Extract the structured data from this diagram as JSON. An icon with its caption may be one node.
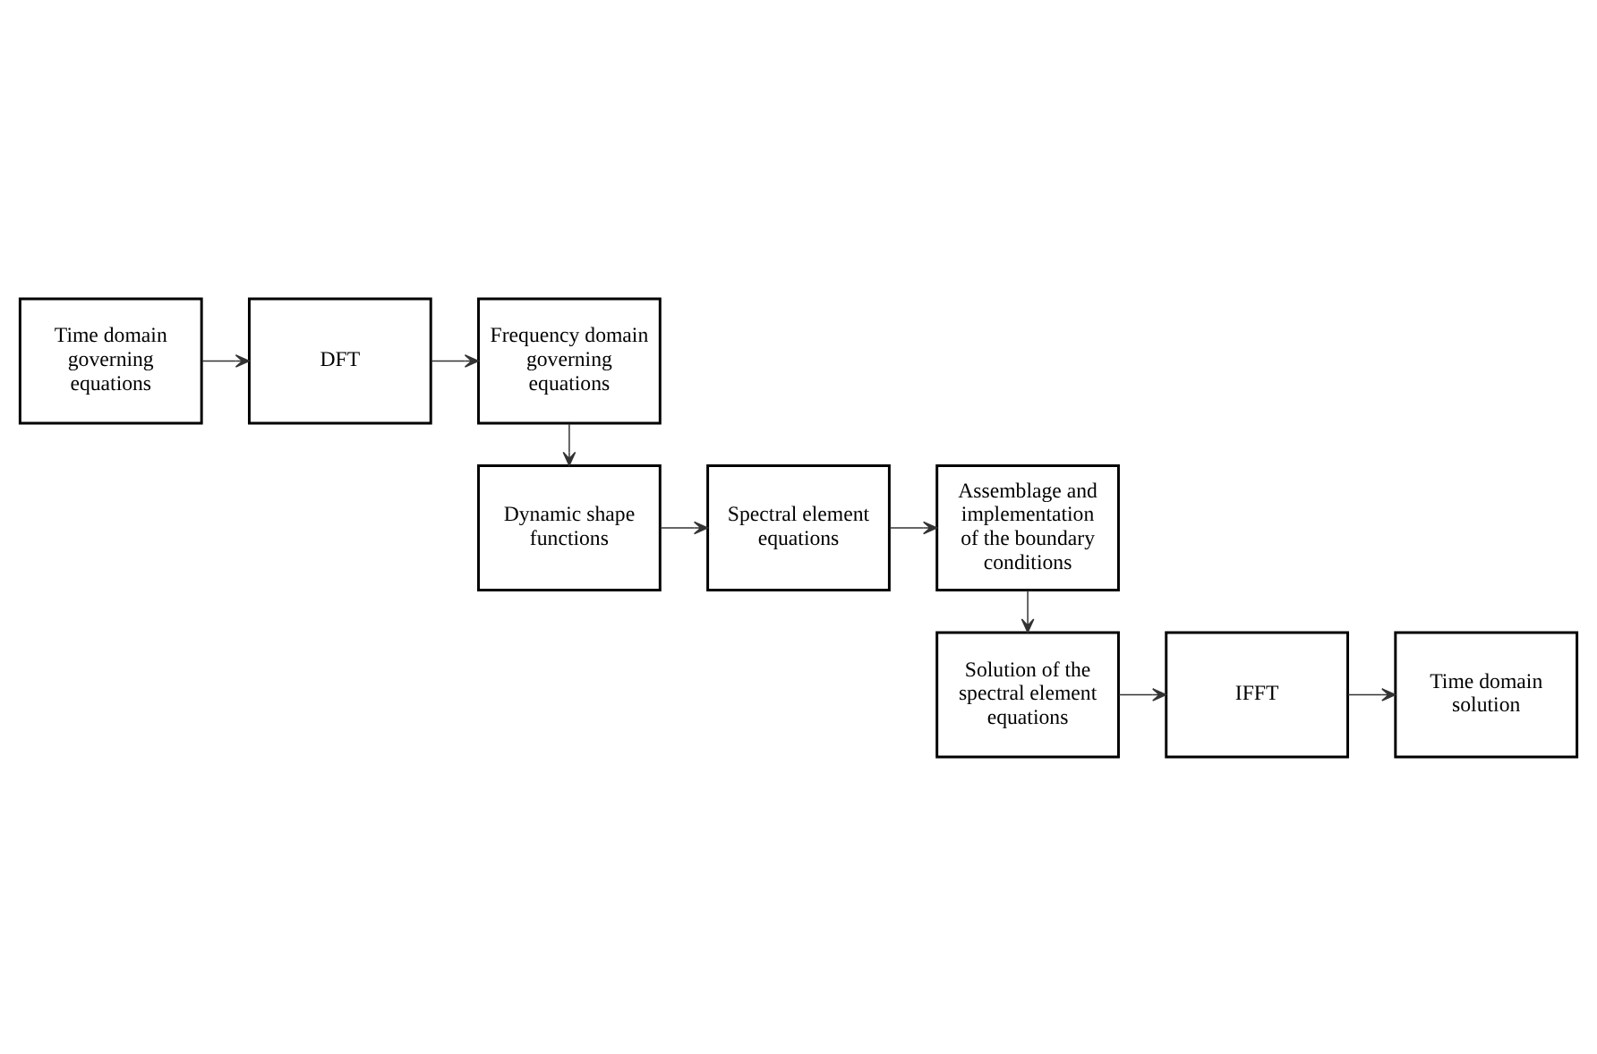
{
  "diagram": {
    "nodes": [
      {
        "text": [
          "Time domain governing equations"
        ]
      },
      {
        "text": [
          "DFT"
        ]
      },
      {
        "text": [
          "Frequency domain governing equations"
        ]
      },
      {
        "text": [
          "Dynamic shape functions"
        ]
      },
      {
        "text": [
          "Spectral element equations"
        ]
      },
      {
        "text": [
          "Assemblage and implementation of the boundary conditions"
        ]
      },
      {
        "text": [
          "Solution of the spectral element equations"
        ]
      },
      {
        "text": [
          "IFFT"
        ]
      },
      {
        "text": [
          "Time domain solution"
        ]
      }
    ],
    "edges": [
      {
        "from": 0,
        "to": 1,
        "arrow": "to"
      },
      {
        "from": 1,
        "to": 2,
        "arrow": "to"
      },
      {
        "from": 2,
        "to": 3,
        "arrow": "to"
      },
      {
        "from": 3,
        "to": 4,
        "arrow": "to"
      },
      {
        "from": 4,
        "to": 5,
        "arrow": "to"
      },
      {
        "from": 5,
        "to": 6,
        "arrow": "to"
      },
      {
        "from": 6,
        "to": 7,
        "arrow": "to"
      },
      {
        "from": 7,
        "to": 8,
        "arrow": "to"
      }
    ]
  }
}
